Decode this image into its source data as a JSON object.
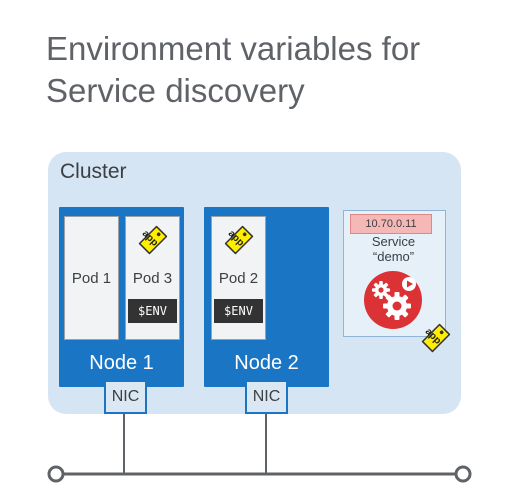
{
  "title_line1": "Environment variables for",
  "title_line2": "Service discovery",
  "cluster_label": "Cluster",
  "nodes": [
    {
      "label": "Node 1",
      "nic": "NIC"
    },
    {
      "label": "Node 2",
      "nic": "NIC"
    }
  ],
  "pods": [
    {
      "label": "Pod 1"
    },
    {
      "label": "Pod 3",
      "tag": "app",
      "env": "$ENV"
    },
    {
      "label": "Pod 2",
      "tag": "app",
      "env": "$ENV"
    }
  ],
  "service": {
    "ip": "10.70.0.11",
    "label_line1": "Service",
    "label_line2": "“demo”",
    "tag": "app"
  },
  "colors": {
    "node_blue": "#1a75c4",
    "cluster_bg": "#d5e5f4",
    "tag_yellow": "#ffee00",
    "service_red": "#db3236",
    "env_dark": "#333333"
  }
}
